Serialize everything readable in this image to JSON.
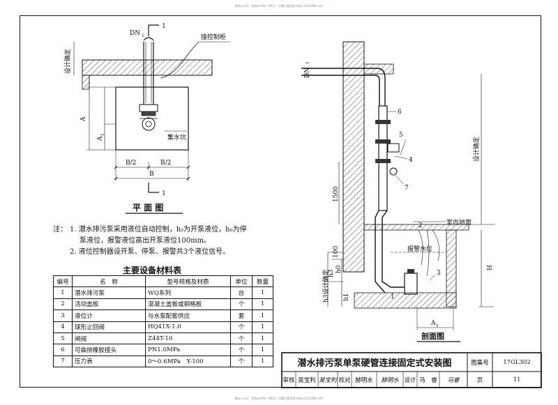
{
  "watermark_top": "微信公众号：既有nerPal（PKCL）天籁工程资源 https://221896.net/",
  "watermark_bottom": "微信公众号：既有nerPal（PKCL）天籁工程资源 https://221896.net/",
  "plan": {
    "title": "平 面 图",
    "section_mark": "1",
    "dn_label": "DN",
    "dn_sub": "1",
    "control_cabinet": "接控制柜",
    "design_confirm": "设计确定",
    "pit_label": "集水坑",
    "dim_a": "A",
    "dim_a1": "A",
    "dim_a1_sub": "1",
    "dim_half1": "B/2",
    "dim_half2": "B/2",
    "dim_b": "B"
  },
  "section": {
    "title": "剖面图",
    "dn_label": "DN",
    "dn_sub": "1",
    "design_confirm": "设计确定",
    "floor_label": "室内地面",
    "alarm_level": "报警水位",
    "dim_1500": "1500",
    "dim_100": "100",
    "h3_confirm": "h3设计确定",
    "h0": "h0",
    "h3": "h3",
    "h1": "h1",
    "dim_h": "H",
    "dim_a1": "A",
    "dim_a1_sub": "1",
    "callouts": [
      "6",
      "5",
      "4",
      "7",
      "2",
      "1",
      "3"
    ]
  },
  "notes": {
    "prefix": "注：",
    "line1": "1. 潜水排污泵采用液位自动控制，h₃为开泵液位，h₀为停",
    "line2": "泵液位，报警液位高出开泵液位100mm。",
    "line3": "2. 液位控制器设开泵、停泵、报警共3个液位信号。"
  },
  "table": {
    "title": "主要设备材料表",
    "headers": [
      "编号",
      "名　称",
      "型号规格及材质",
      "单位",
      "数量"
    ],
    "rows": [
      [
        "1",
        "潜水排污泵",
        "WQ系列",
        "台",
        "1"
      ],
      [
        "2",
        "活动盖板",
        "混凝土盖板或钢格板",
        "个",
        "1"
      ],
      [
        "3",
        "液位计",
        "与水泵配套供应",
        "套",
        "1"
      ],
      [
        "4",
        "球形止回阀",
        "HQ41X-1.0",
        "个",
        "1"
      ],
      [
        "5",
        "闸阀",
        "Z44T-10",
        "个",
        "1"
      ],
      [
        "6",
        "可曲挠橡胶接头",
        "PN1.0MPa",
        "个",
        "1"
      ],
      [
        "7",
        "压力表",
        "0～0.6MPa　Y-100",
        "个",
        "1"
      ]
    ]
  },
  "title_block": {
    "title": "潜水排污泵单泵硬管连接固定式安装图",
    "atlas_label": "图集号",
    "atlas_no": "17GL302",
    "review": "审核",
    "reviewer": "吴宝利",
    "review_sig": "吴宝利",
    "check": "校对",
    "checker": "赫明水",
    "check_sig": "赫明水",
    "design": "设计",
    "designer": "马　睿",
    "design_sig": "马睿",
    "page_label": "页",
    "page_no": "11"
  }
}
